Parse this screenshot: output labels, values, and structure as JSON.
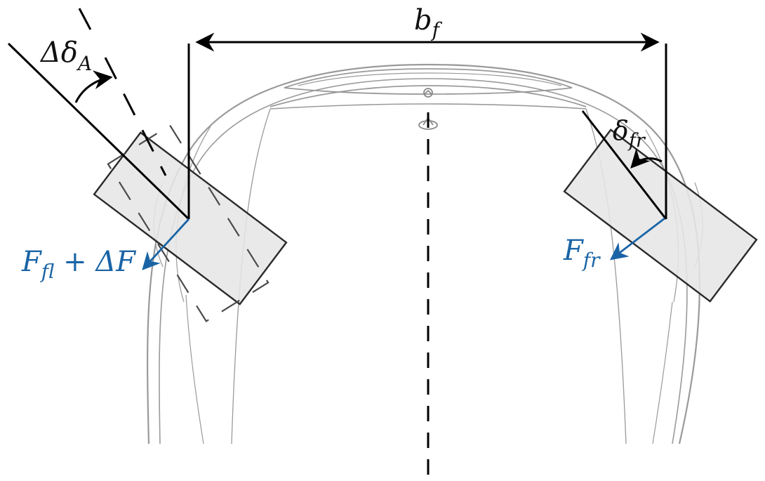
{
  "labels": {
    "track_width": "b",
    "track_width_sub": "f",
    "steer_delta_prefix": "Δδ",
    "steer_delta_sub": "A",
    "steer_fr": "δ",
    "steer_fr_sub": "fr",
    "force_fl": "F",
    "force_fl_sub": "fl",
    "force_fl_suffix": " + ΔF",
    "force_fr": "F",
    "force_fr_sub": "fr"
  },
  "colors": {
    "force_arrow": "#1a64a6",
    "wheel_fill": "#e6e6e6",
    "wheel_stroke": "#2a2a2a",
    "car_outline": "#9a9a9a",
    "construction": "#000000"
  }
}
